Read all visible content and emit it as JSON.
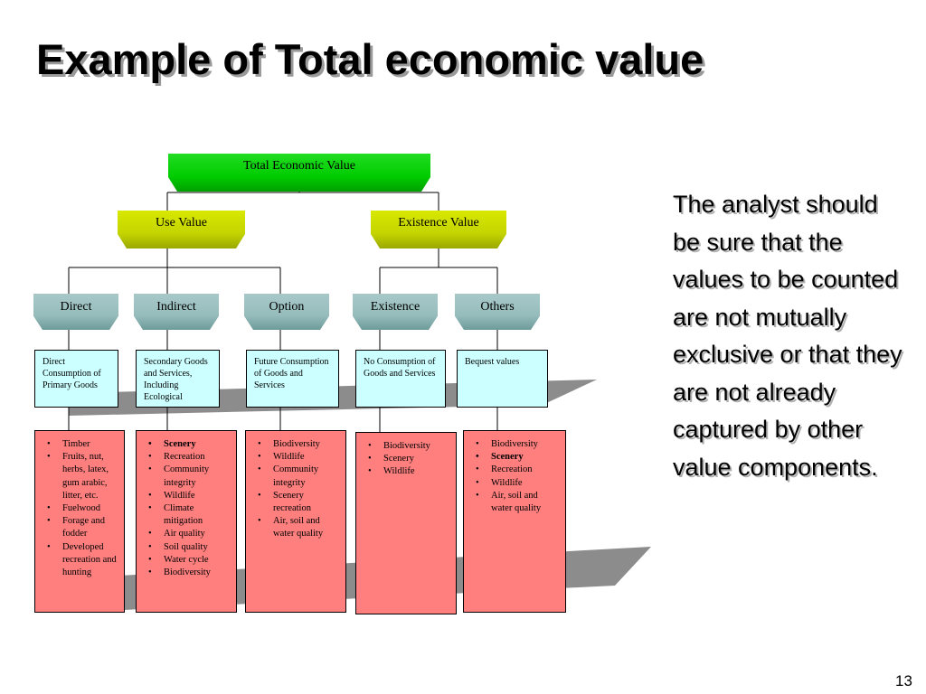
{
  "title": "Example of Total economic value",
  "side_text": "The analyst should be sure that the values to be counted are not mutually exclusive or that they are not already captured by other value components.",
  "page_number": "13",
  "colors": {
    "level1": "#00cc00",
    "level2": "#c4d400",
    "level3": "#96bcbc",
    "description_box": "#ccffff",
    "list_box": "#ff7f7f",
    "shadow": "#8c8c8c"
  },
  "diagram": {
    "root": "Total Economic Value",
    "level2": [
      "Use Value",
      "Existence Value"
    ],
    "level3": [
      "Direct",
      "Indirect",
      "Option",
      "Existence",
      "Others"
    ],
    "descriptions": [
      "Direct Consumption of Primary Goods",
      "Secondary Goods and Services, Including Ecological",
      "Future Consumption of Goods and Services",
      "No Consumption of Goods and Services",
      "Bequest values"
    ],
    "lists": [
      [
        {
          "text": "Timber",
          "bold": false
        },
        {
          "text": "Fruits, nut, herbs, latex, gum arabic, litter, etc.",
          "bold": false
        },
        {
          "text": "Fuelwood",
          "bold": false
        },
        {
          "text": "Forage and fodder",
          "bold": false
        },
        {
          "text": "Developed recreation and hunting",
          "bold": false
        }
      ],
      [
        {
          "text": "Scenery",
          "bold": true
        },
        {
          "text": "Recreation",
          "bold": false
        },
        {
          "text": "Community integrity",
          "bold": false
        },
        {
          "text": "Wildlife",
          "bold": false
        },
        {
          "text": "Climate mitigation",
          "bold": false
        },
        {
          "text": "Air quality",
          "bold": false
        },
        {
          "text": "Soil quality",
          "bold": false
        },
        {
          "text": "Water cycle",
          "bold": false
        },
        {
          "text": "Biodiversity",
          "bold": false
        }
      ],
      [
        {
          "text": "Biodiversity",
          "bold": false
        },
        {
          "text": "Wildlife",
          "bold": false
        },
        {
          "text": "Community integrity",
          "bold": false
        },
        {
          "text": "Scenery recreation",
          "bold": false
        },
        {
          "text": "Air, soil and water quality",
          "bold": false
        }
      ],
      [
        {
          "text": "Biodiversity",
          "bold": false
        },
        {
          "text": "Scenery",
          "bold": false
        },
        {
          "text": "Wildlife",
          "bold": false
        }
      ],
      [
        {
          "text": "Biodiversity",
          "bold": false
        },
        {
          "text": "Scenery",
          "bold": true
        },
        {
          "text": "Recreation",
          "bold": false
        },
        {
          "text": "Wildlife",
          "bold": false
        },
        {
          "text": "Air, soil and water quality",
          "bold": false
        }
      ]
    ]
  }
}
